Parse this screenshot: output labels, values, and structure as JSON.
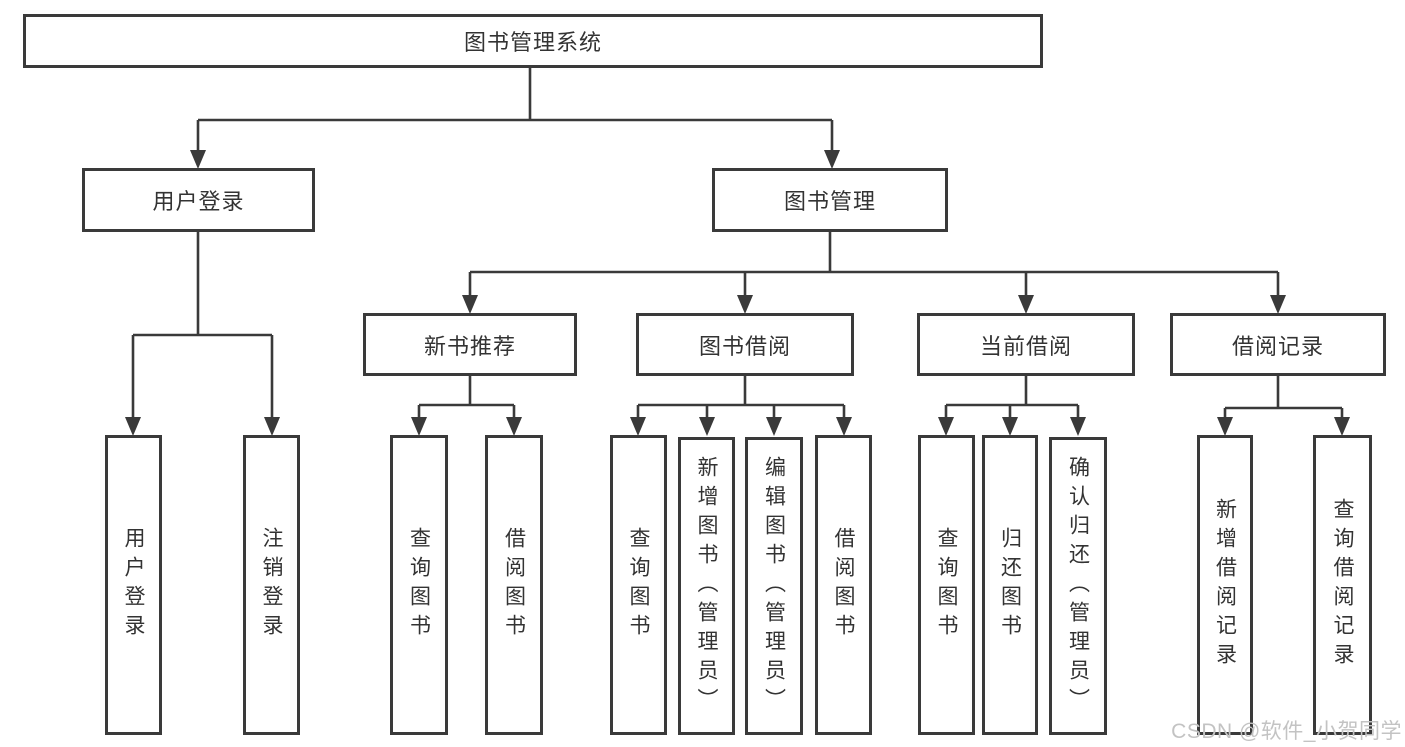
{
  "diagram": {
    "type": "hierarchy-tree",
    "root": {
      "label": "图书管理系统"
    },
    "level1": [
      {
        "label": "用户登录"
      },
      {
        "label": "图书管理"
      }
    ],
    "level2": [
      {
        "label": "新书推荐"
      },
      {
        "label": "图书借阅"
      },
      {
        "label": "当前借阅"
      },
      {
        "label": "借阅记录"
      }
    ],
    "leaves": [
      {
        "label": "用户登录",
        "parent": "用户登录"
      },
      {
        "label": "注销登录",
        "parent": "用户登录"
      },
      {
        "label": "查询图书",
        "parent": "新书推荐"
      },
      {
        "label": "借阅图书",
        "parent": "新书推荐"
      },
      {
        "label": "查询图书",
        "parent": "图书借阅"
      },
      {
        "label": "新增图书（管理员）",
        "parent": "图书借阅"
      },
      {
        "label": "编辑图书（管理员）",
        "parent": "图书借阅"
      },
      {
        "label": "借阅图书",
        "parent": "图书借阅"
      },
      {
        "label": "查询图书",
        "parent": "当前借阅"
      },
      {
        "label": "归还图书",
        "parent": "当前借阅"
      },
      {
        "label": "确认归还（管理员）",
        "parent": "当前借阅"
      },
      {
        "label": "新增借阅记录",
        "parent": "借阅记录"
      },
      {
        "label": "查询借阅记录",
        "parent": "借阅记录"
      }
    ],
    "colors": {
      "line": "#3a3a3a",
      "box_border": "#3a3a3a",
      "text": "#333333",
      "background": "#ffffff",
      "watermark": "#c3c3c3"
    }
  },
  "watermark": {
    "text": "CSDN @软件_小贺同学"
  }
}
